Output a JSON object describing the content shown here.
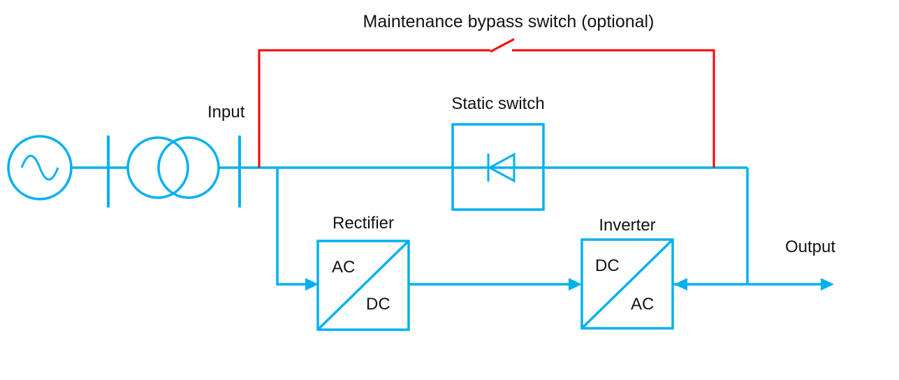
{
  "diagram": {
    "title": "Maintenance bypass switch (optional)",
    "labels": {
      "input": "Input",
      "static_switch": "Static switch",
      "rectifier": "Rectifier",
      "inverter": "Inverter",
      "output": "Output"
    },
    "converter_markings": {
      "rectifier_in": "AC",
      "rectifier_out": "DC",
      "inverter_in": "DC",
      "inverter_out": "AC"
    },
    "colors": {
      "line": "#00b0f0",
      "bypass": "#ff0000",
      "text": "#121212",
      "background": "#ffffff"
    },
    "icons": {
      "ac_source": "sine-wave-icon",
      "transformer": "transformer-icon",
      "static_switch": "thyristor-icon",
      "flow_arrows": "arrowhead-icon"
    }
  }
}
